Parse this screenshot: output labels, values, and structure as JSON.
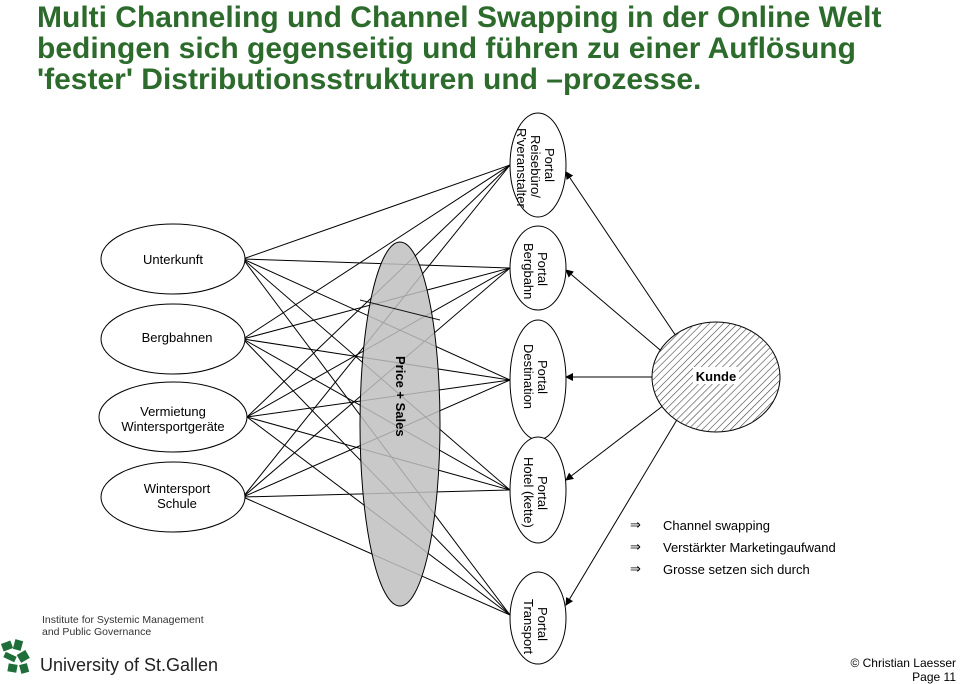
{
  "title": {
    "line1": "Multi Channeling und Channel Swapping in der Online Welt",
    "line2": "bedingen sich gegenseitig und führen zu einer Auflösung",
    "line3": "'fester' Distributionsstrukturen und –prozesse."
  },
  "sources": {
    "unterkunft": "Unterkunft",
    "bergbahnen": "Bergbahnen",
    "vermietung_line1": "Vermietung",
    "vermietung_line2": "Wintersportgeräte",
    "schule_line1": "Wintersport",
    "schule_line2": "Schule"
  },
  "center": {
    "label": "Price + Sales"
  },
  "portals": {
    "reise_line1": "Portal",
    "reise_line2": "Reisebüro/",
    "reise_line3": "R'veranstalter",
    "bergbahn_line1": "Portal",
    "bergbahn_line2": "Bergbahn",
    "destination_line1": "Portal",
    "destination_line2": "Destination",
    "hotel_line1": "Portal",
    "hotel_line2": "Hotel (kette)",
    "transport_line1": "Portal",
    "transport_line2": "Transport"
  },
  "customer": {
    "label": "Kunde"
  },
  "bullets": {
    "arrow": "⇒",
    "item1": "Channel swapping",
    "item2": "Verstärkter Marketingaufwand",
    "item3": "Grosse setzen sich durch"
  },
  "footer": {
    "institute_line1": "Institute for Systemic Management",
    "institute_line2": "and Public Governance",
    "university": "University of St.Gallen",
    "copyright": "© Christian Laesser",
    "page": "Page 11"
  },
  "colors": {
    "title": "#2d6b2d",
    "center_fill": "#c0c0c0",
    "logo_green": "#1f6e3a"
  }
}
